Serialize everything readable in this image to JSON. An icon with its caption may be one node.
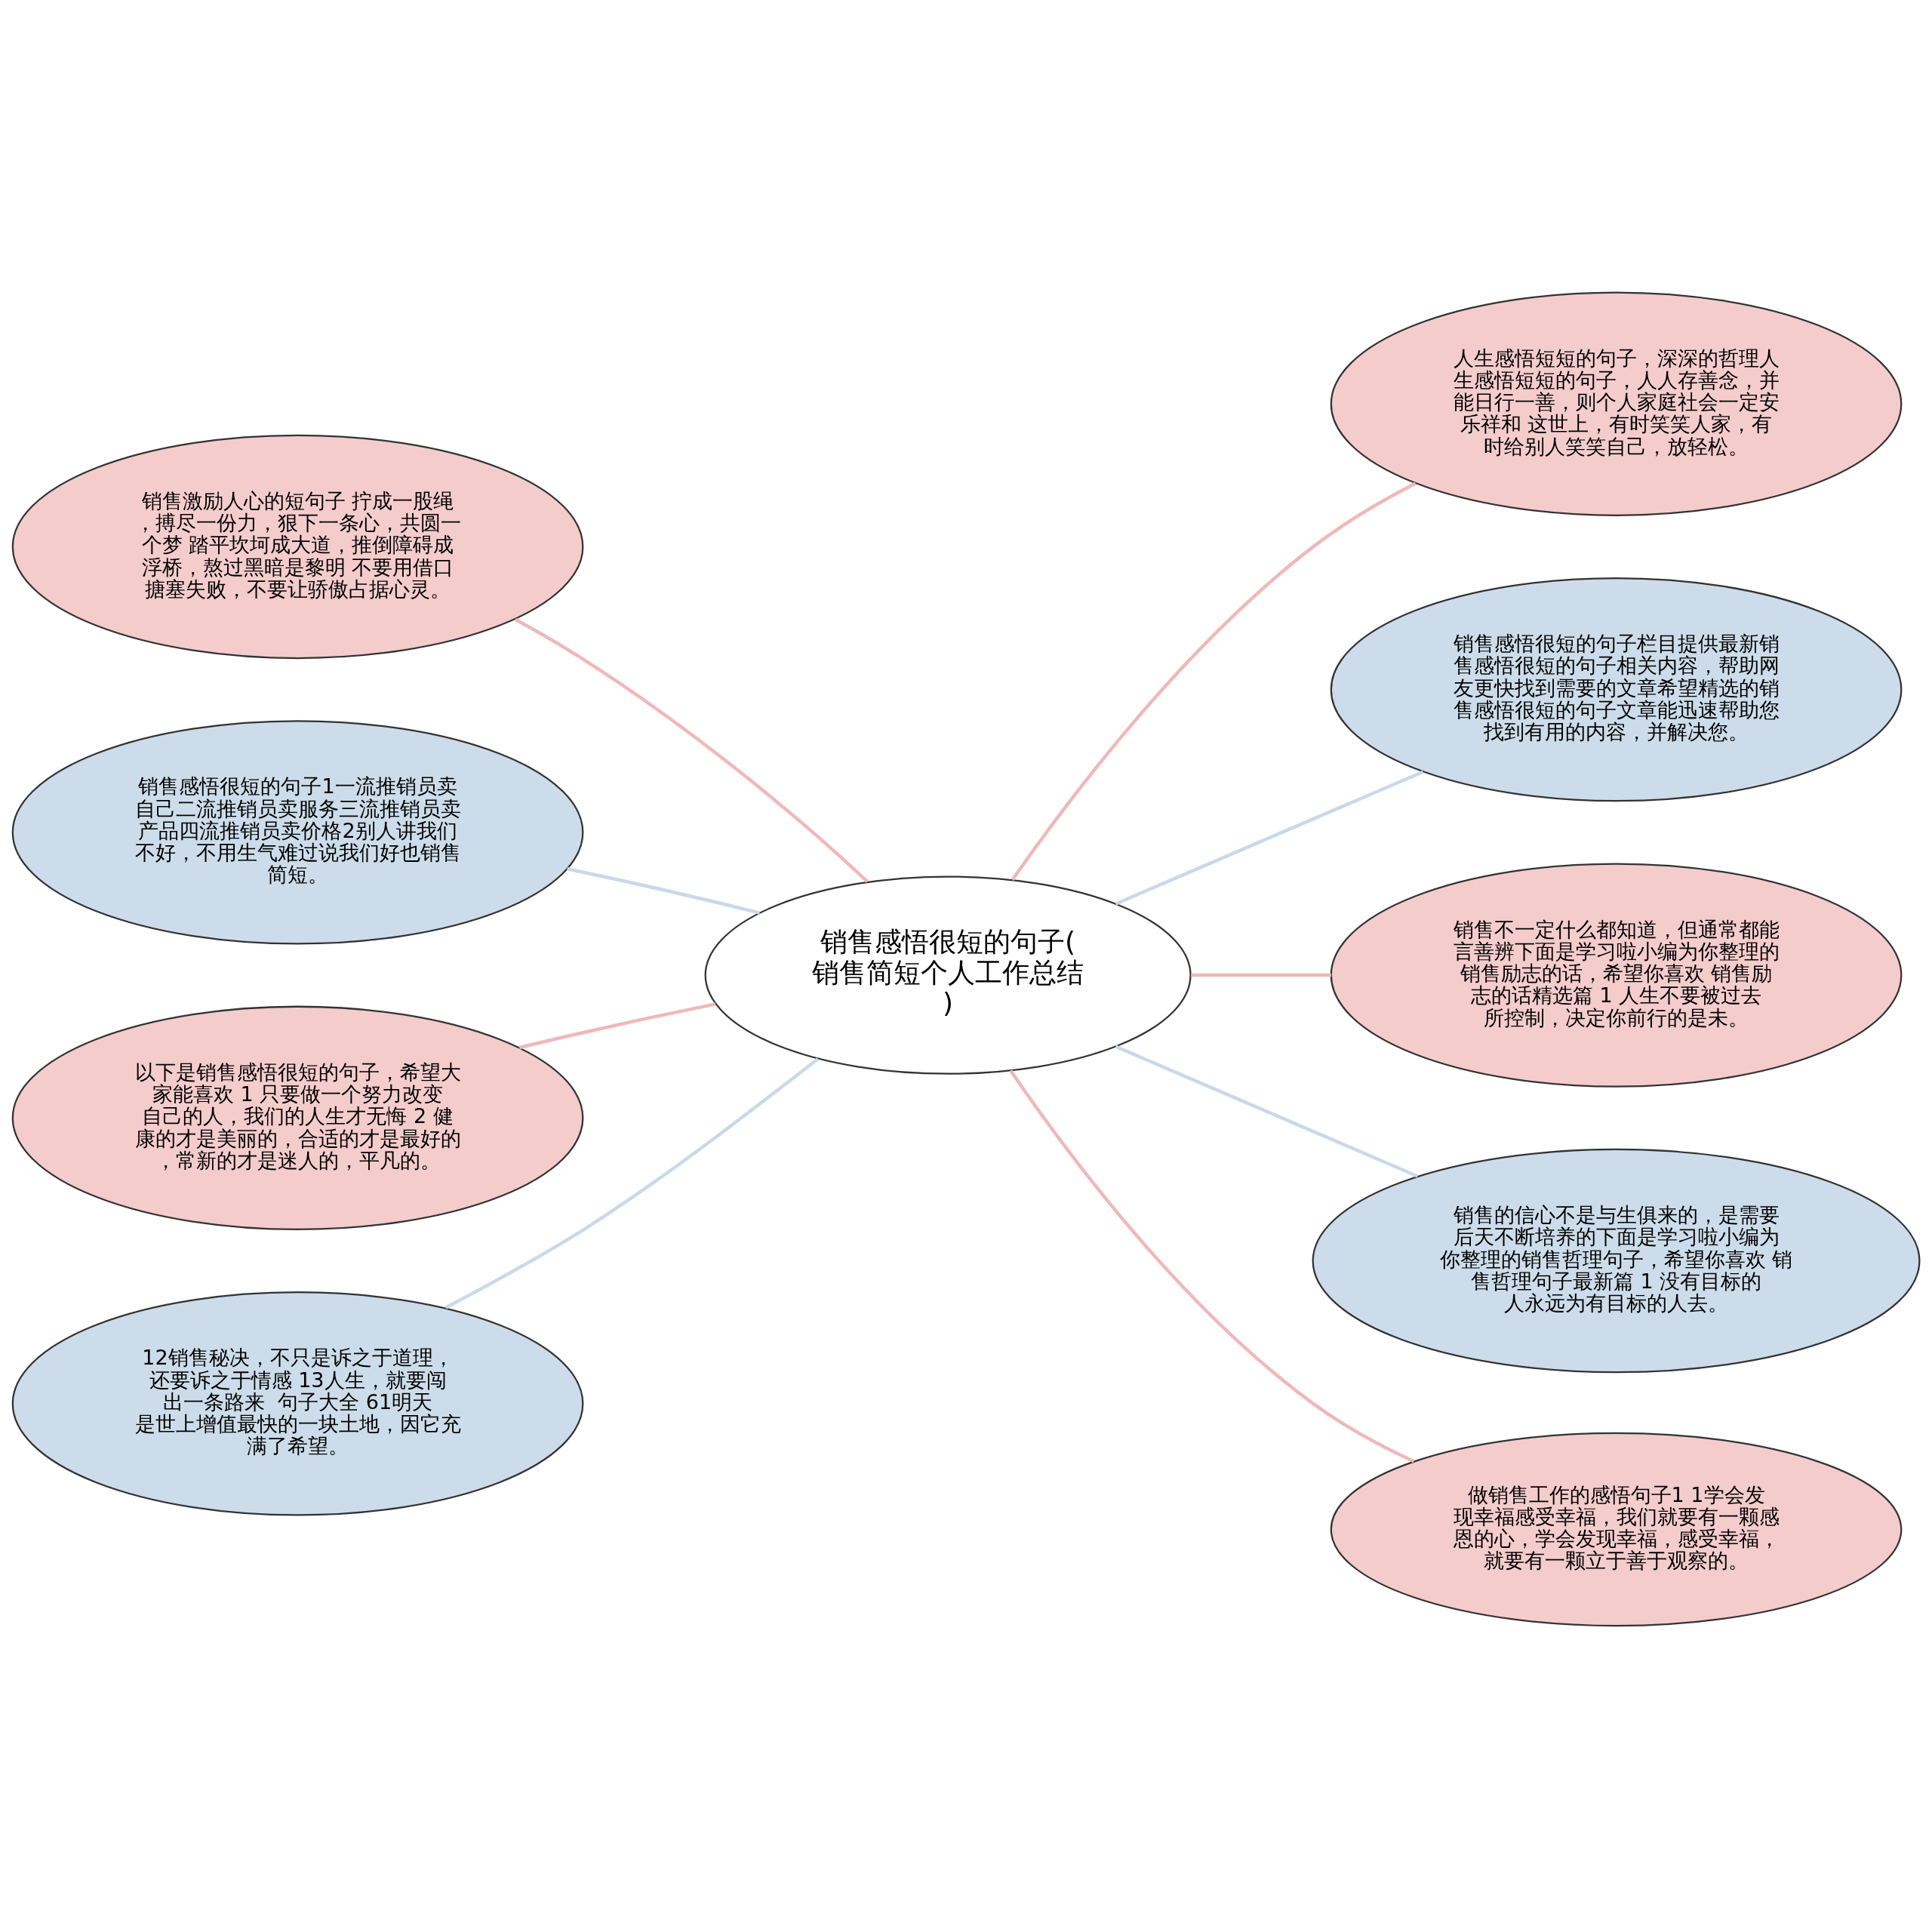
{
  "diagram": {
    "nodes": [
      {
        "text": [
          "销售感悟很短的句子(销售简短个人工作总结)"
        ]
      },
      {
        "text": [
          "销售激励人心的短句子 拧成一股绳，搏尽一份力，狠下一条心，共圆一个梦 踏平坎坷成大道，推倒障碍成浮桥，熬过黑暗是黎明 不要用借口搪塞失败，不要让骄傲占据心灵。"
        ]
      },
      {
        "text": [
          "销售感悟很短的句子1一流推销员卖自己二流推销员卖服务三流推销员卖产品四流推销员卖价格2别人讲我们不好，不用生气难过说我们好也销售简短。"
        ]
      },
      {
        "text": [
          "以下是销售感悟很短的句子，希望大家能喜欢 1 只要做一个努力改变自己的人，我们的人生才无悔 2 健康的才是美丽的，合适的才是最好的，常新的才是迷人的，平凡的。"
        ]
      },
      {
        "text": [
          "12销售秘决，不只是诉之于道理，还要诉之于情感 13人生，就要闯出一条路来  句子大全 61明天是世上增值最快的一块土地，因它充满了希望。"
        ]
      },
      {
        "text": [
          "人生感悟短短的句子，深深的哲理人生感悟短短的句子，人人存善念，并能日行一善，则个人家庭社会一定安乐祥和 这世上，有时笑笑人家，有时给别人笑笑自己，放轻松。"
        ]
      },
      {
        "text": [
          "销售感悟很短的句子栏目提供最新销售感悟很短的句子相关内容，帮助网友更快找到需要的文章希望精选的销售感悟很短的句子文章能迅速帮助您找到有用的内容，并解决您。"
        ]
      },
      {
        "text": [
          "销售不一定什么都知道，但通常都能言善辨下面是学习啦小编为你整理的销售励志的话，希望你喜欢 销售励志的话精选篇 1 人生不要被过去所控制，决定你前行的是未。"
        ]
      },
      {
        "text": [
          "销售的信心不是与生俱来的，是需要后天不断培养的下面是学习啦小编为你整理的销售哲理句子，希望你喜欢 销售哲理句子最新篇 1 没有目标的人永远为有目标的人去。"
        ]
      },
      {
        "text": [
          "做销售工作的感悟句子1 1学会发现幸福感受幸福，我们就要有一颗感恩的心，学会发现幸福，感受幸福，就要有一颗立于善于观察的。"
        ]
      }
    ],
    "edges": [
      {
        "from": 0,
        "to": 1,
        "arrow": "none"
      },
      {
        "from": 0,
        "to": 2,
        "arrow": "none",
        "color": "#c9d9ea"
      },
      {
        "from": 0,
        "to": 3,
        "arrow": "none"
      },
      {
        "from": 0,
        "to": 4,
        "arrow": "none",
        "color": "#c9d9ea"
      },
      {
        "from": 0,
        "to": 5,
        "arrow": "none"
      },
      {
        "from": 0,
        "to": 6,
        "arrow": "none",
        "color": "#c9d9ea"
      },
      {
        "from": 0,
        "to": 7,
        "arrow": "none"
      },
      {
        "from": 0,
        "to": 8,
        "arrow": "none",
        "color": "#c9d9ea"
      },
      {
        "from": 0,
        "to": 9,
        "arrow": "none"
      }
    ]
  }
}
